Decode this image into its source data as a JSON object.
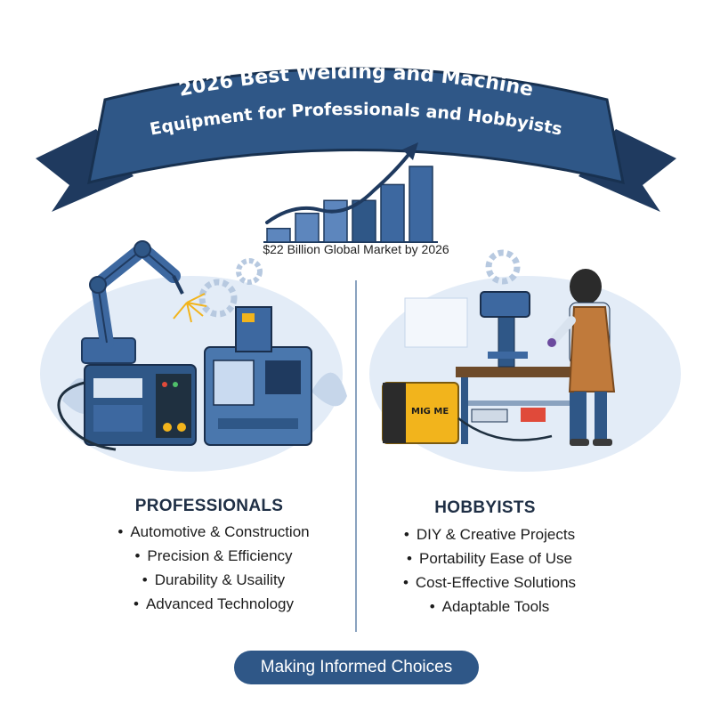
{
  "banner": {
    "title_line1": "2026 Best Welding and Machine",
    "title_line2": "Equipment for Professionals and Hobbyists"
  },
  "market_chart": {
    "caption": "$22 Billion Global Market by 2026",
    "bar_levels": [
      0.18,
      0.38,
      0.55,
      0.55,
      0.76,
      1.0
    ]
  },
  "professionals": {
    "title": "PROFESSIONALS",
    "items": [
      "Automotive & Construction",
      "Precision & Efficiency",
      "Durability & Usaility",
      "Advanced Technology"
    ]
  },
  "hobbyists": {
    "title": "HOBBYISTS",
    "items": [
      "DIY & Creative Projects",
      "Portability Ease of Use",
      "Cost-Effective Solutions",
      "Adaptable Tools"
    ],
    "welder_label": "MIG ME"
  },
  "footer": {
    "button_label": "Making Informed Choices"
  },
  "colors": {
    "navy": "#2f5787",
    "dark_navy": "#1f3a5f",
    "light_blue": "#dfe9f5",
    "orange": "#c07a3b",
    "yellow": "#f2b41c"
  }
}
